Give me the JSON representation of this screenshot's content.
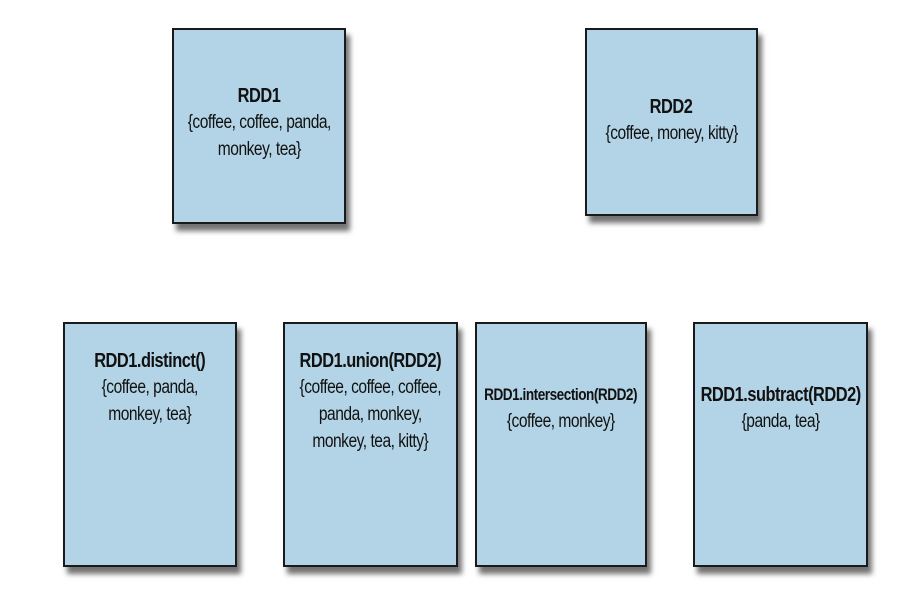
{
  "rdd1": {
    "title": "RDD1",
    "lines": [
      "{coffee, coffee, panda,",
      "monkey, tea}"
    ]
  },
  "rdd2": {
    "title": "RDD2",
    "lines": [
      "{coffee, money, kitty}"
    ]
  },
  "distinct": {
    "title": "RDD1.distinct()",
    "lines": [
      "{coffee, panda,",
      "monkey, tea}"
    ]
  },
  "union": {
    "title": "RDD1.union(RDD2)",
    "lines": [
      "{coffee, coffee, coffee,",
      "panda, monkey,",
      "monkey, tea, kitty}"
    ]
  },
  "intersection": {
    "title": "RDD1.intersection(RDD2)",
    "lines": [
      "{coffee, monkey}"
    ]
  },
  "subtract": {
    "title": "RDD1.subtract(RDD2)",
    "lines": [
      "{panda, tea}"
    ]
  }
}
